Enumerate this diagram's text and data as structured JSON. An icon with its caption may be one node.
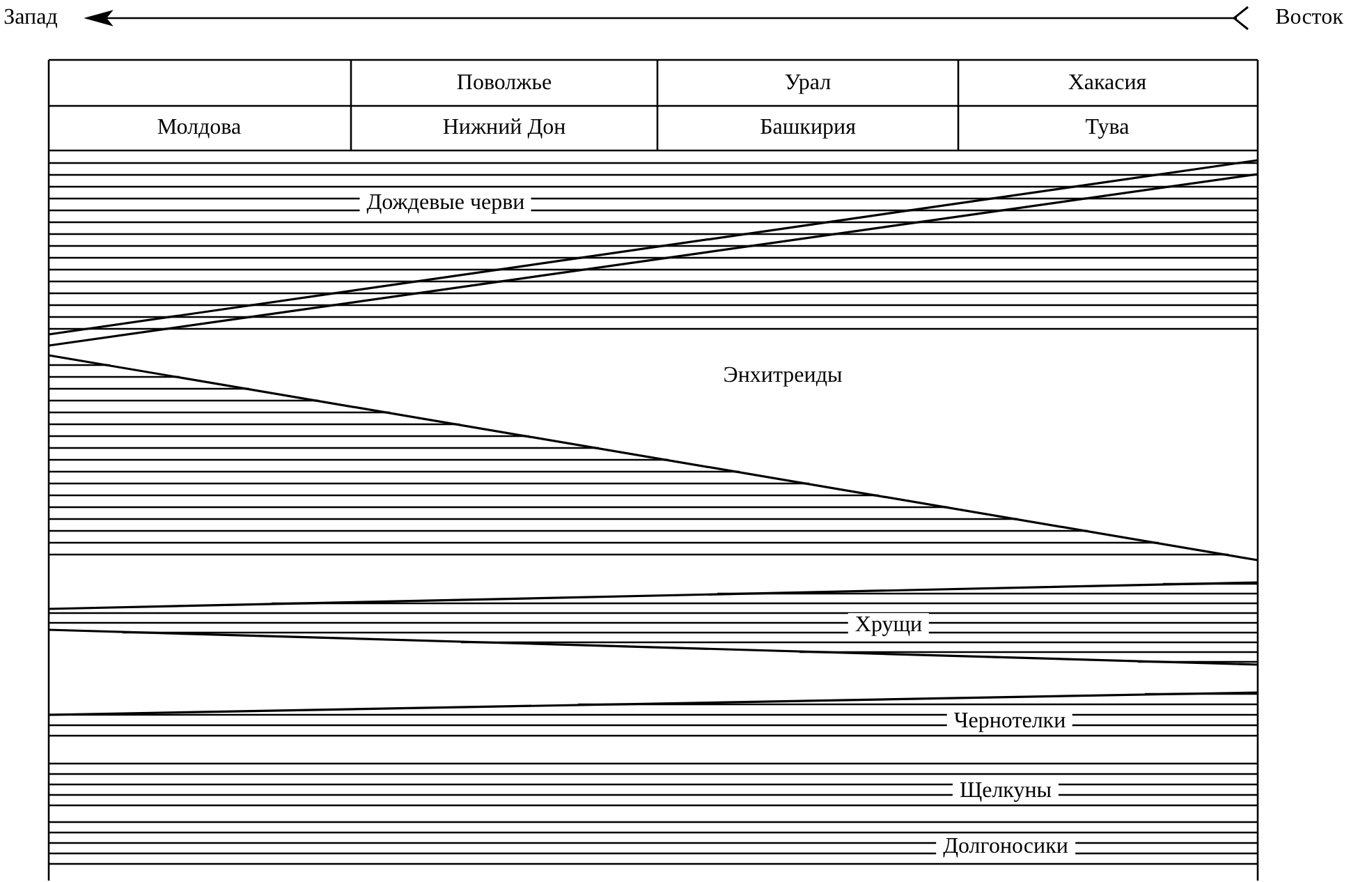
{
  "diagram": {
    "labels": [
      "Запад",
      "Восток",
      "Поволжье",
      "Урал",
      "Хакасия",
      "Молдова",
      "Нижний Дон",
      "Башкирия",
      "Тува",
      "Дождевые черви",
      "Энхитреиды",
      "Хрущи",
      "Чернотелки",
      "Щелкуны",
      "Долгоносики"
    ]
  }
}
